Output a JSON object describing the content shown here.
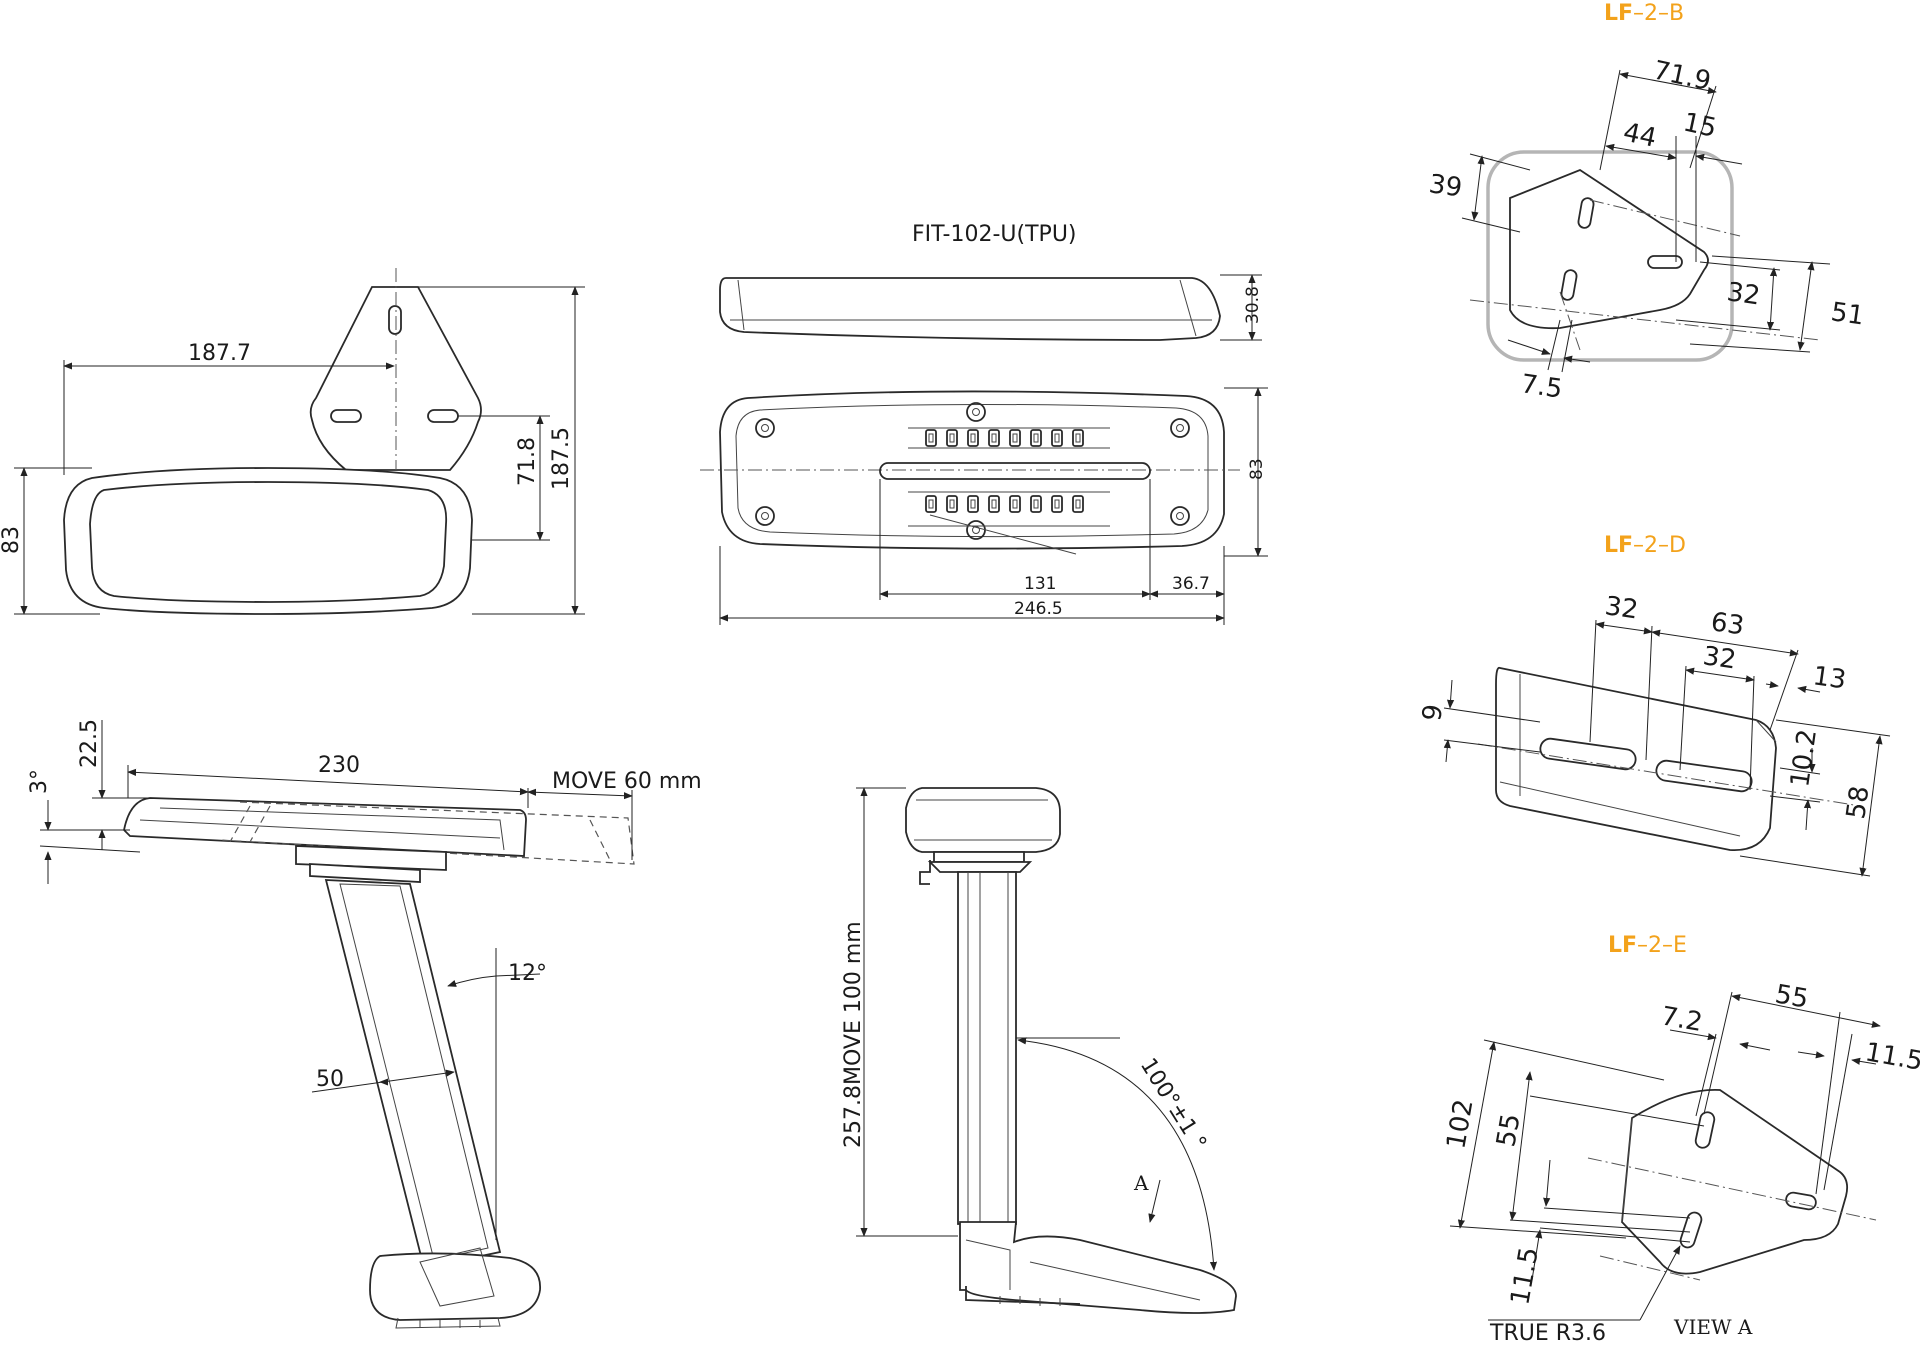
{
  "palette": {
    "accent": "#f3a21b",
    "line": "#2a2a2a",
    "frame": "#b5b5b5"
  },
  "top_left_view": {
    "dim_width": "187.7",
    "dim_height_total": "187.5",
    "dim_bracket": "71.8",
    "dim_pad_height": "83"
  },
  "top_middle_view": {
    "title": "FIT-102-U(TPU)",
    "dim_thickness": "30.8",
    "dim_width": "83",
    "dim_slot_length": "131",
    "dim_offset": "36.7",
    "dim_length": "246.5"
  },
  "side_left_view": {
    "dim_height": "22.5",
    "dim_angle": "3°",
    "dim_length": "230",
    "move_label": "MOVE 60 mm",
    "dim_column_angle": "12°",
    "dim_column_width": "50"
  },
  "side_middle_view": {
    "height_label": "257.8MOVE 100 mm",
    "rotation_label": "100°±1 °",
    "view_arrow_label": "A"
  },
  "bracket_b": {
    "title_prefix": "LF",
    "title_suffix": "–2–B",
    "dims": [
      "71.9",
      "44",
      "15",
      "39",
      "32",
      "51",
      "7.5"
    ]
  },
  "bracket_d": {
    "title_prefix": "LF",
    "title_suffix": "–2–D",
    "dims": [
      "32",
      "63",
      "32",
      "13",
      "9",
      "10.2",
      "58"
    ]
  },
  "bracket_e": {
    "title_prefix": "LF",
    "title_suffix": "–2–E",
    "dims": [
      "55",
      "7.2",
      "11.5",
      "102",
      "55",
      "11.5"
    ],
    "radius_note": "TRUE R3.6",
    "view_label": "VIEW A"
  }
}
